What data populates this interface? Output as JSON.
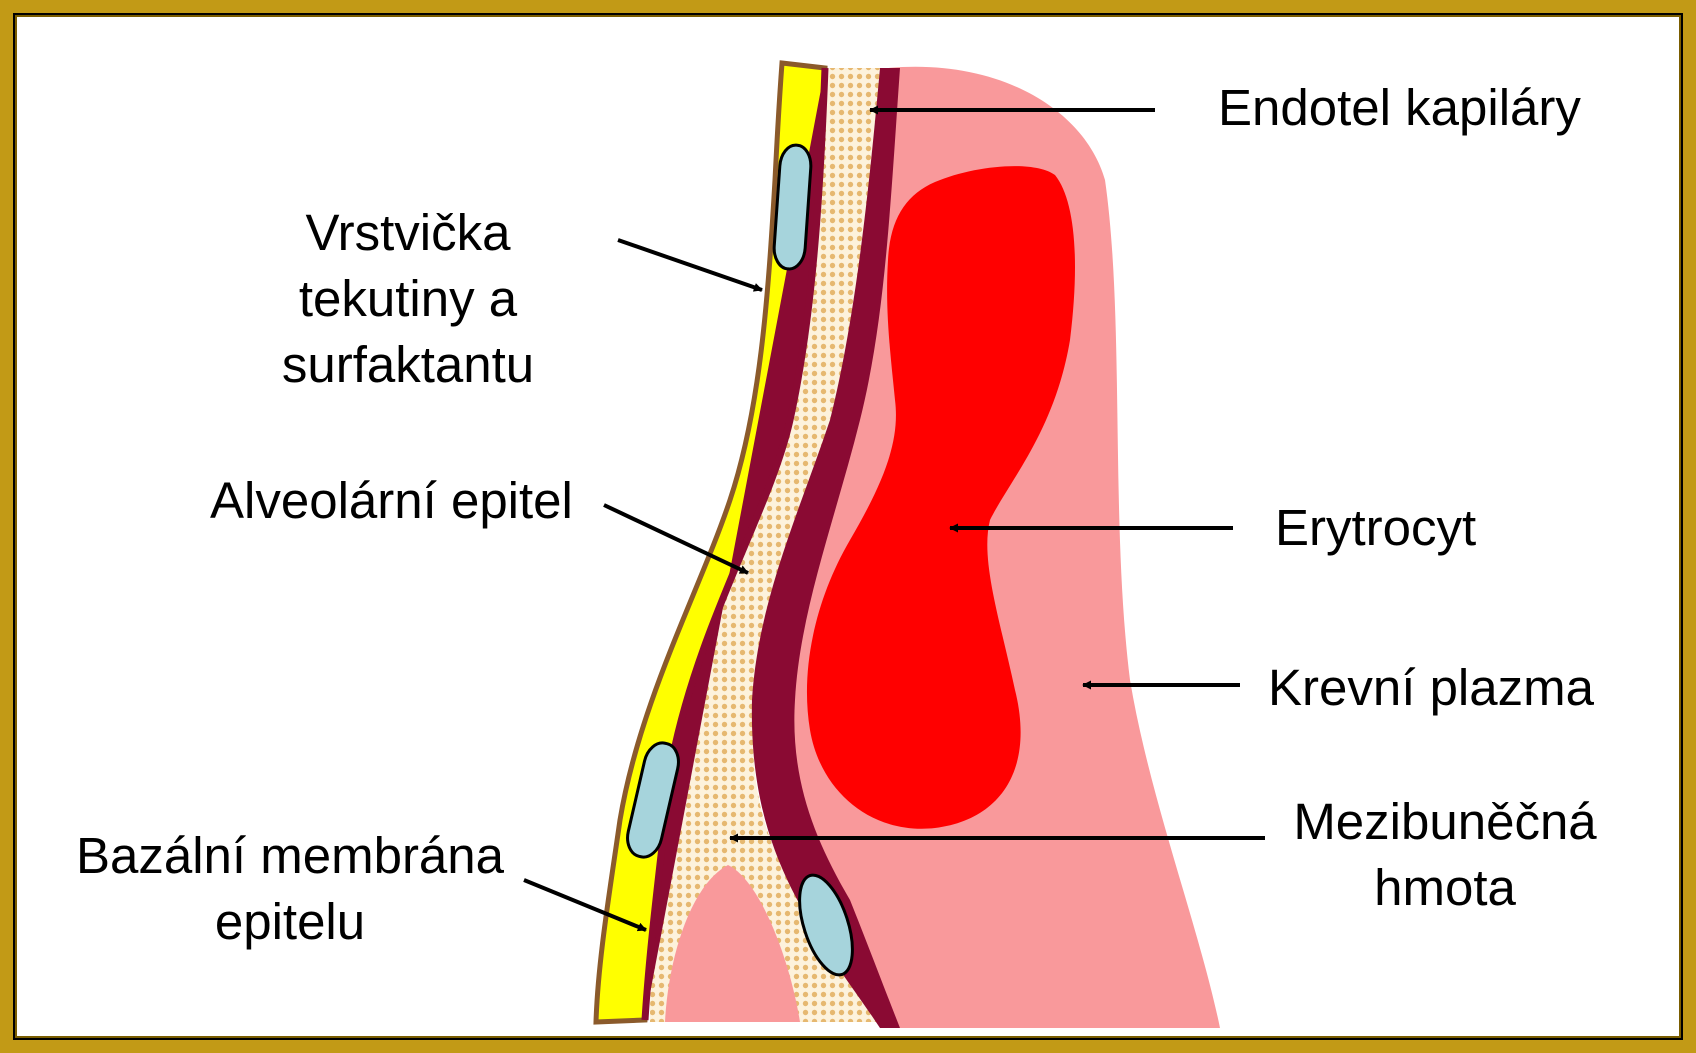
{
  "labels": {
    "endotel": "Endotel kapiláry",
    "vrstvicka": [
      "Vrstvička",
      "tekutiny a",
      "surfaktantu"
    ],
    "alveolarni": "Alveolární epitel",
    "erytrocyt": "Erytrocyt",
    "plazma": "Krevní plazma",
    "mezibunecna": [
      "Mezibuněčná",
      "hmota"
    ],
    "bazalni": [
      "Bazální membrána",
      "epitelu"
    ]
  },
  "colors": {
    "frame": "#c29a16",
    "plasma": "#f9999b",
    "erythrocyte": "#ff0000",
    "endothelium": "#8a0a33",
    "fluid_surfactant": "#ffff00",
    "epithelium_edge": "#8b5a2b",
    "interstitium_bg": "#fdf2dc",
    "interstitium_dots": "#e6b870",
    "nucleus": "#a6d4dc"
  }
}
